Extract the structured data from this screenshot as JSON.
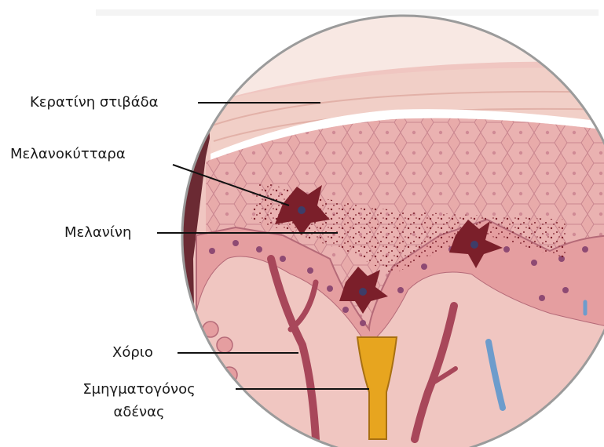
{
  "labels": {
    "keratin": "Κερατίνη στιβάδα",
    "melanocytes": "Μελανοκύτταρα",
    "melanin": "Μελανίνη",
    "dermis": "Χόριο",
    "gland_line1": "Σμηγματογόνος",
    "gland_line2": "αδένας"
  },
  "colors": {
    "keratin_layer": "#f1cfc7",
    "epidermis": "#e6a6a4",
    "cell_line": "#c67b84",
    "nucleus": "#8e4a73",
    "melanin": "#7b1f2a",
    "dermis": "#f0c6c1",
    "gland": "#e7a51f",
    "vessel_red": "#a8475a",
    "vessel_blue": "#6d9ccc",
    "rim": "#9b9b9b",
    "left_dark": "#6b2a33"
  }
}
